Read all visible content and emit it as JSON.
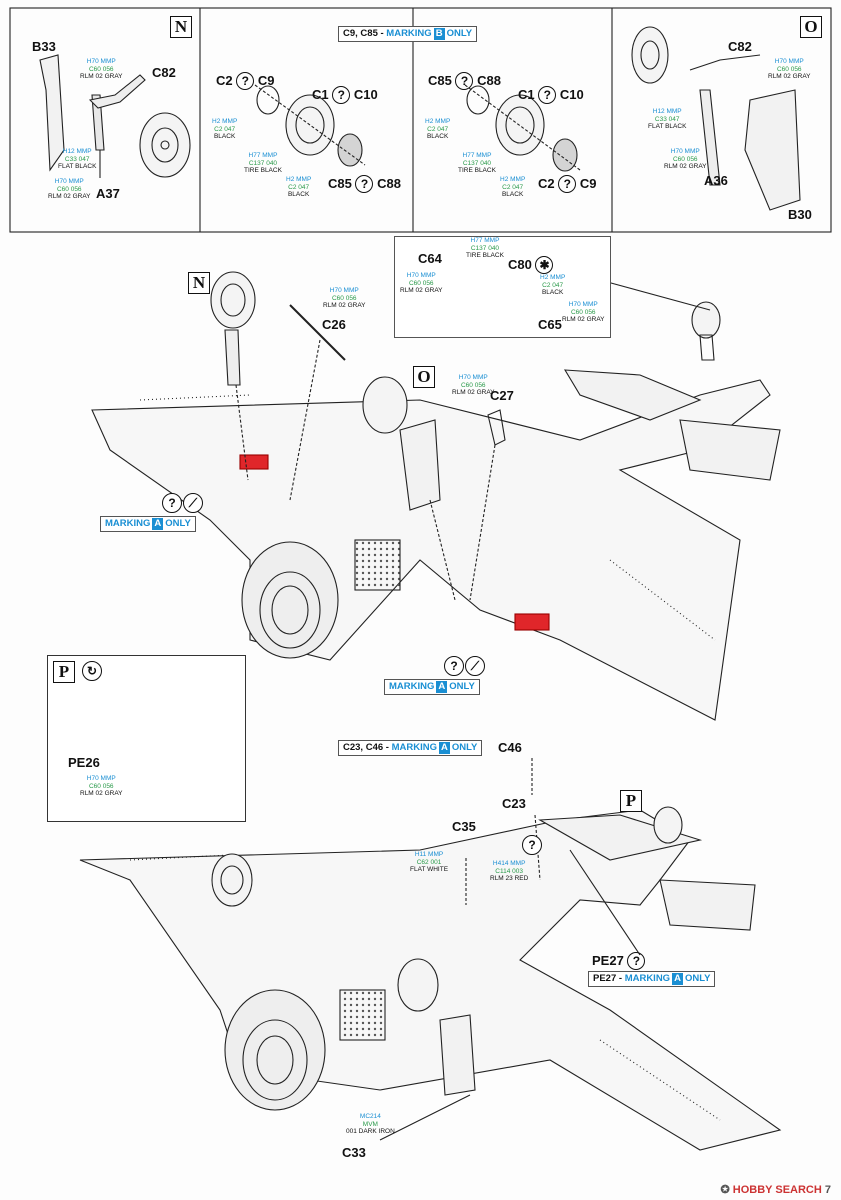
{
  "top_panels": {
    "N": {
      "box": "N",
      "parts": [
        "B33",
        "C82",
        "A37"
      ],
      "paint1": {
        "code": "H70 MMP",
        "sub": "C60  056",
        "name": "RLM 02 GRAY"
      },
      "paint2": {
        "code": "H12 MMP",
        "sub": "C33  047",
        "name": "FLAT BLACK"
      },
      "paint3": {
        "code": "H70 MMP",
        "sub": "C60  056",
        "name": "RLM 02 GRAY"
      }
    },
    "B_only": {
      "title_pre": "C9, C85 - ",
      "title_mark": "MARKING",
      "title_letter": "B",
      "title_post": "ONLY",
      "parts": [
        "C2",
        "C9",
        "C1",
        "C10",
        "C85",
        "C88"
      ],
      "p1": {
        "code": "H2  MMP",
        "sub": "C2   047",
        "name": "BLACK"
      },
      "p2": {
        "code": "H77 MMP",
        "sub": "C137 040",
        "name": "TIRE BLACK"
      },
      "p3": {
        "code": "H2  MMP",
        "sub": "C2   047",
        "name": "BLACK"
      }
    },
    "B_alt": {
      "parts": [
        "C85",
        "C88",
        "C1",
        "C10",
        "C2",
        "C9"
      ],
      "p1": {
        "code": "H2  MMP",
        "sub": "C2   047",
        "name": "BLACK"
      },
      "p2": {
        "code": "H77 MMP",
        "sub": "C137 040",
        "name": "TIRE BLACK"
      },
      "p3": {
        "code": "H2  MMP",
        "sub": "C2   047",
        "name": "BLACK"
      }
    },
    "O": {
      "box": "O",
      "parts": [
        "C82",
        "A36",
        "B30"
      ],
      "p1": {
        "code": "H70 MMP",
        "sub": "C60  056",
        "name": "RLM 02 GRAY"
      },
      "p2": {
        "code": "H12 MMP",
        "sub": "C33  047",
        "name": "FLAT BLACK"
      },
      "p3": {
        "code": "H70 MMP",
        "sub": "C60  056",
        "name": "RLM 02 GRAY"
      }
    }
  },
  "middle": {
    "box_N": "N",
    "box_O": "O",
    "C26": "C26",
    "C27": "C27",
    "p_c26": {
      "code": "H70 MMP",
      "sub": "C60  056",
      "name": "RLM 02 GRAY"
    },
    "p_c27": {
      "code": "H70 MMP",
      "sub": "C60  056",
      "name": "RLM 02 GRAY"
    },
    "mark_a1": {
      "pre": "MARKING",
      "letter": "A",
      "post": "ONLY"
    },
    "mark_a2": {
      "pre": "MARKING",
      "letter": "A",
      "post": "ONLY"
    },
    "inset": {
      "C64": "C64",
      "C80": "C80",
      "C65": "C65",
      "p1": {
        "code": "H77 MMP",
        "sub": "C137 040",
        "name": "TIRE BLACK"
      },
      "p2": {
        "code": "H70 MMP",
        "sub": "C60  056",
        "name": "RLM 02 GRAY"
      },
      "p3": {
        "code": "H2  MMP",
        "sub": "C2   047",
        "name": "BLACK"
      },
      "p4": {
        "code": "H70 MMP",
        "sub": "C60  056",
        "name": "RLM 02 GRAY"
      }
    }
  },
  "pbox": {
    "box": "P",
    "part": "PE26",
    "paint": {
      "code": "H70 MMP",
      "sub": "C60  056",
      "name": "RLM 02 GRAY"
    }
  },
  "bottom": {
    "title_pre": "C23, C46 - ",
    "title_mark": "MARKING",
    "title_letter": "A",
    "title_post": "ONLY",
    "C46": "C46",
    "C23": "C23",
    "C35": "C35",
    "C33": "C33",
    "PE27": "PE27",
    "box_P": "P",
    "pe27_mark": {
      "pre": "PE27 - ",
      "mid": "MARKING",
      "letter": "A",
      "post": "ONLY"
    },
    "p_c35": {
      "code": "H11 MMP",
      "sub": "C62  001",
      "name": "FLAT WHITE"
    },
    "p_c23": {
      "code": "H414 MMP",
      "sub": "C114  003",
      "name": "RLM 23 RED"
    },
    "p_c33": {
      "code": "MC214",
      "sub": "MVM",
      "name": "001 DARK IRON"
    }
  },
  "footer": {
    "brand": "HOBBY SEARCH",
    "page": "7"
  }
}
